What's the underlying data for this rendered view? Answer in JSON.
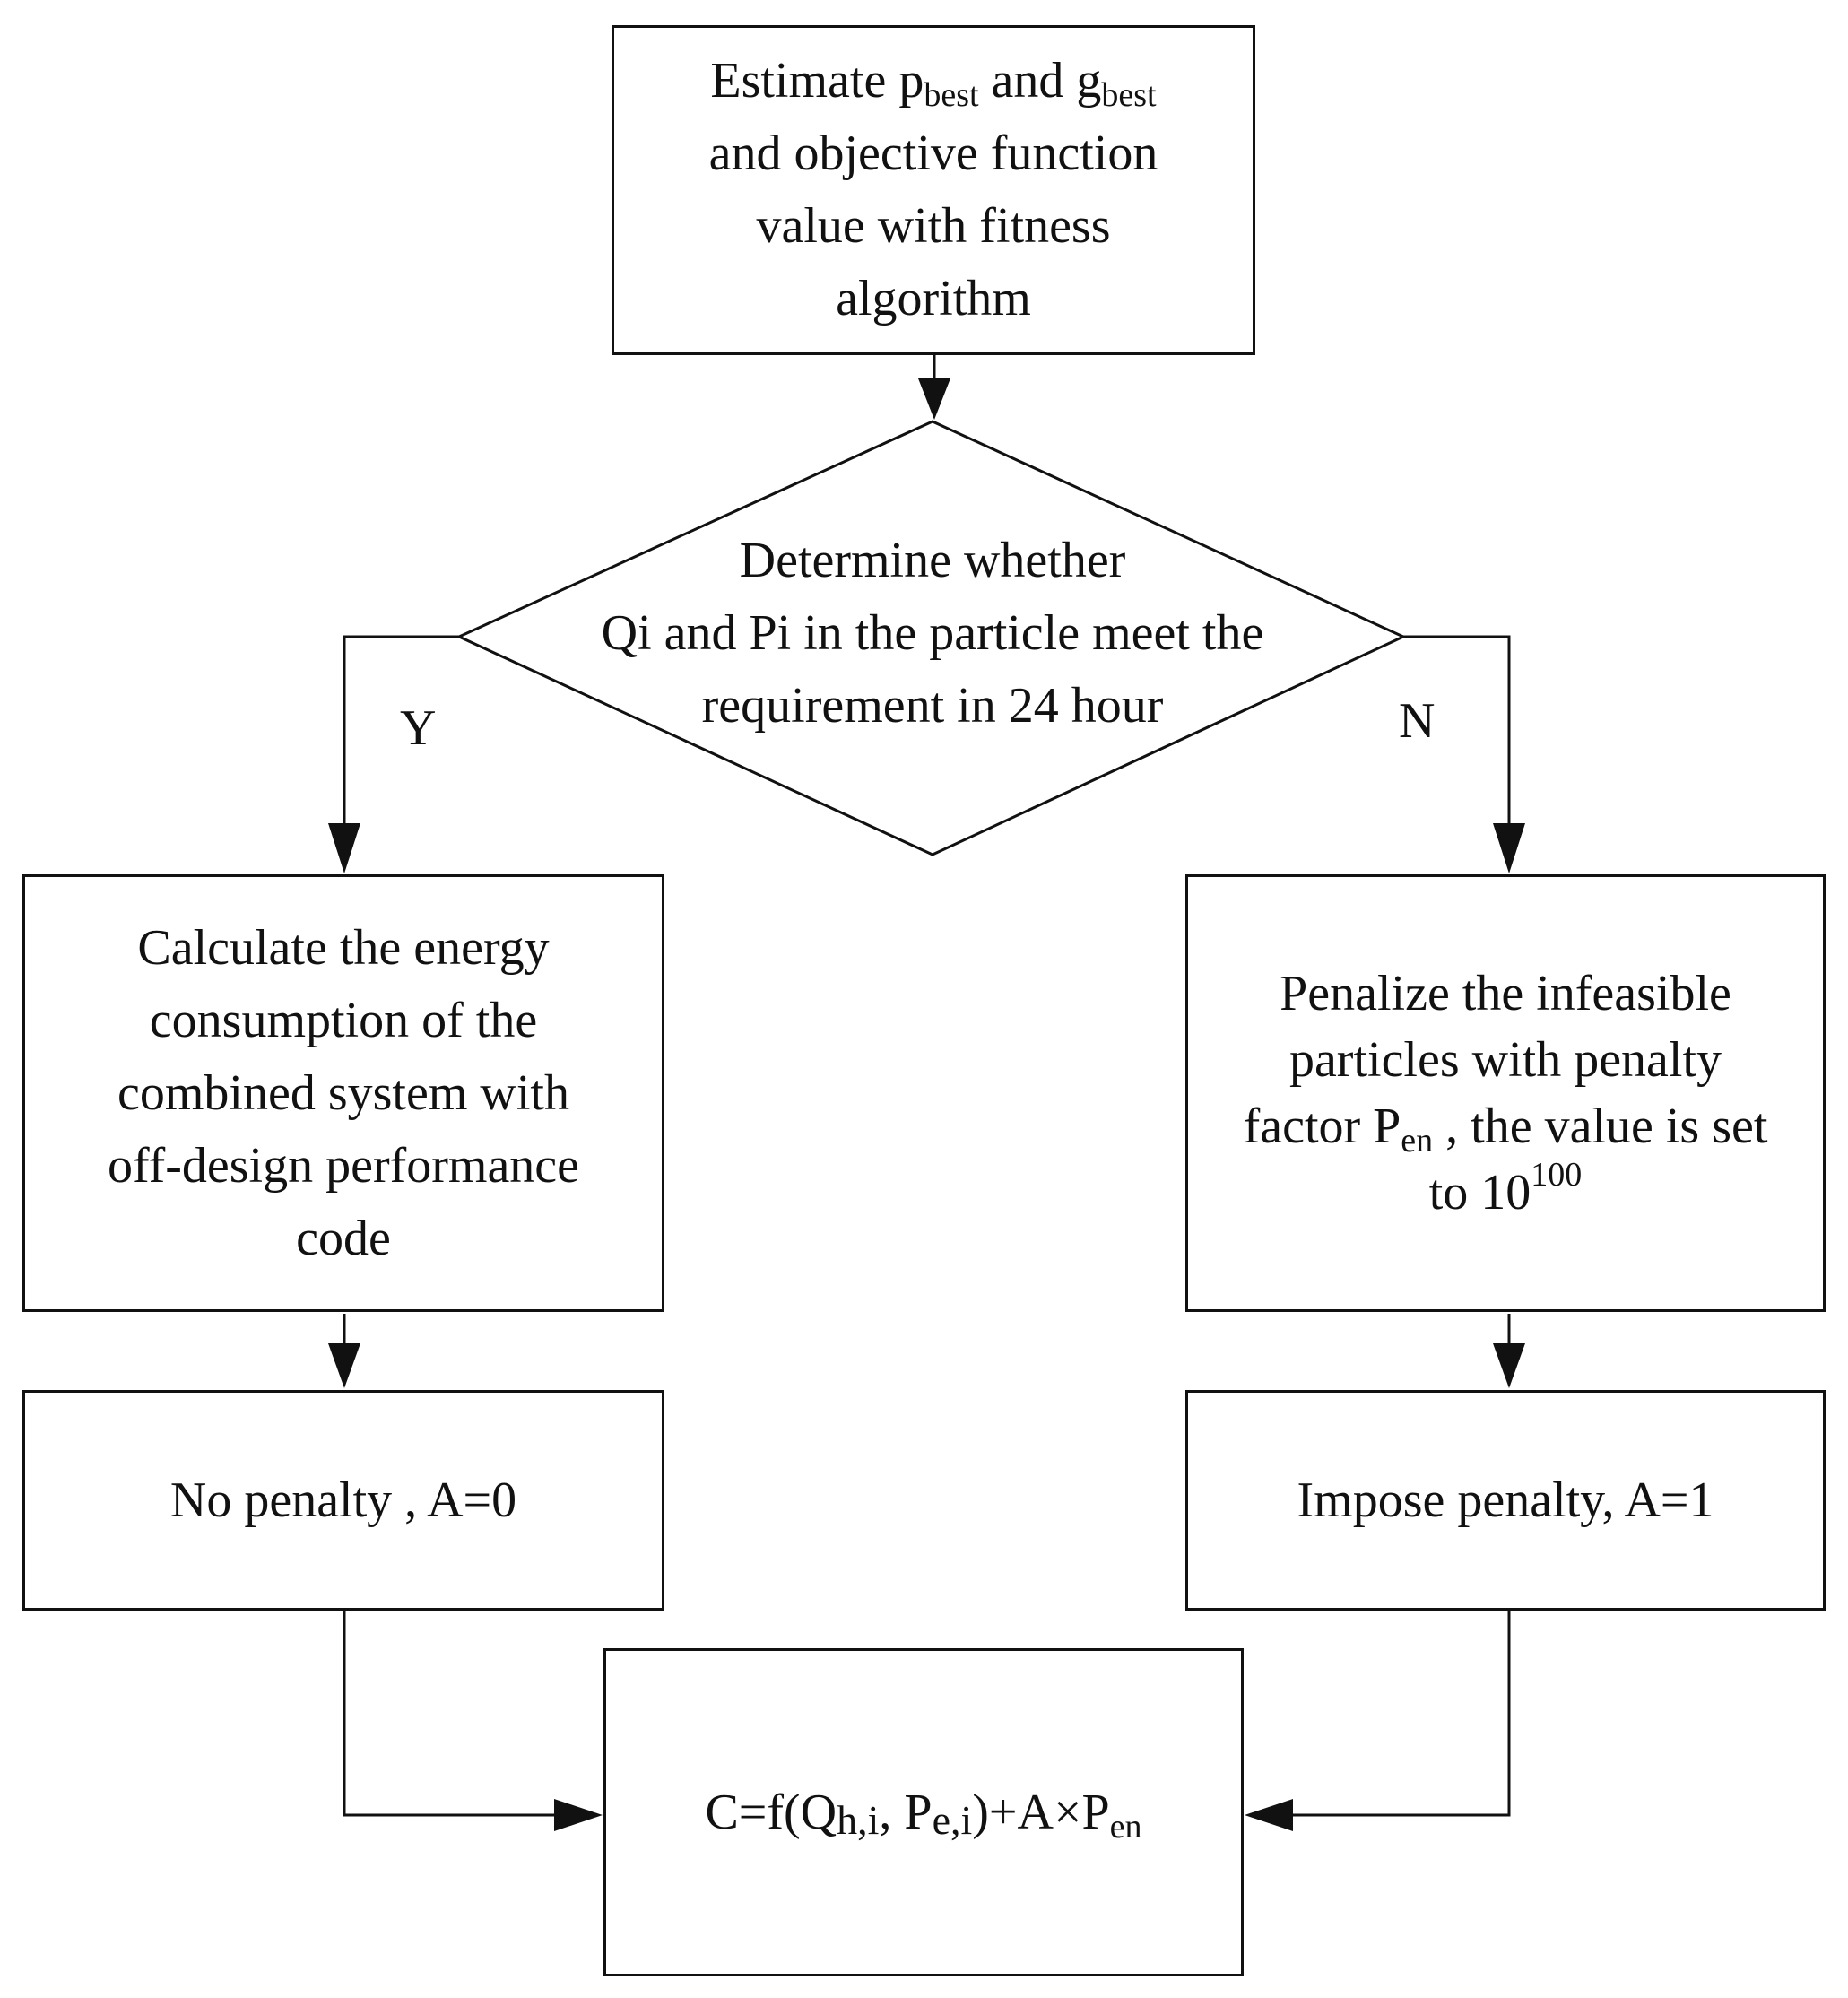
{
  "start_box": {
    "pre": "Estimate p",
    "sub1": "best",
    "mid": " and g",
    "sub2": "best",
    "line2": "and objective function",
    "line3": "value with fitness",
    "line4": "algorithm"
  },
  "decision": {
    "line1": "Determine whether",
    "line2": "Qi and Pi in the particle meet the",
    "line3": "requirement in 24 hour"
  },
  "branch_labels": {
    "yes": "Y",
    "no": "N"
  },
  "yes_box": {
    "line1": "Calculate the energy",
    "line2": "consumption of the",
    "line3": "combined system with",
    "line4": "off-design performance",
    "line5": "code"
  },
  "no_box": {
    "line1": "Penalize the infeasible",
    "line2": "particles with penalty",
    "line3_pre": "factor P",
    "line3_sub": "en",
    "line3_post": " , the value is set",
    "line4_pre": "to 10",
    "line4_sup": "100"
  },
  "no_penalty_box": {
    "text": "No penalty , A=0"
  },
  "impose_penalty_box": {
    "text": "Impose penalty, A=1"
  },
  "result_box": {
    "pre": "C=f(Q",
    "sub1": "h,i",
    "mid": ", P",
    "sub2": "e,i",
    "post": ")+A×P",
    "sub3": "en"
  }
}
